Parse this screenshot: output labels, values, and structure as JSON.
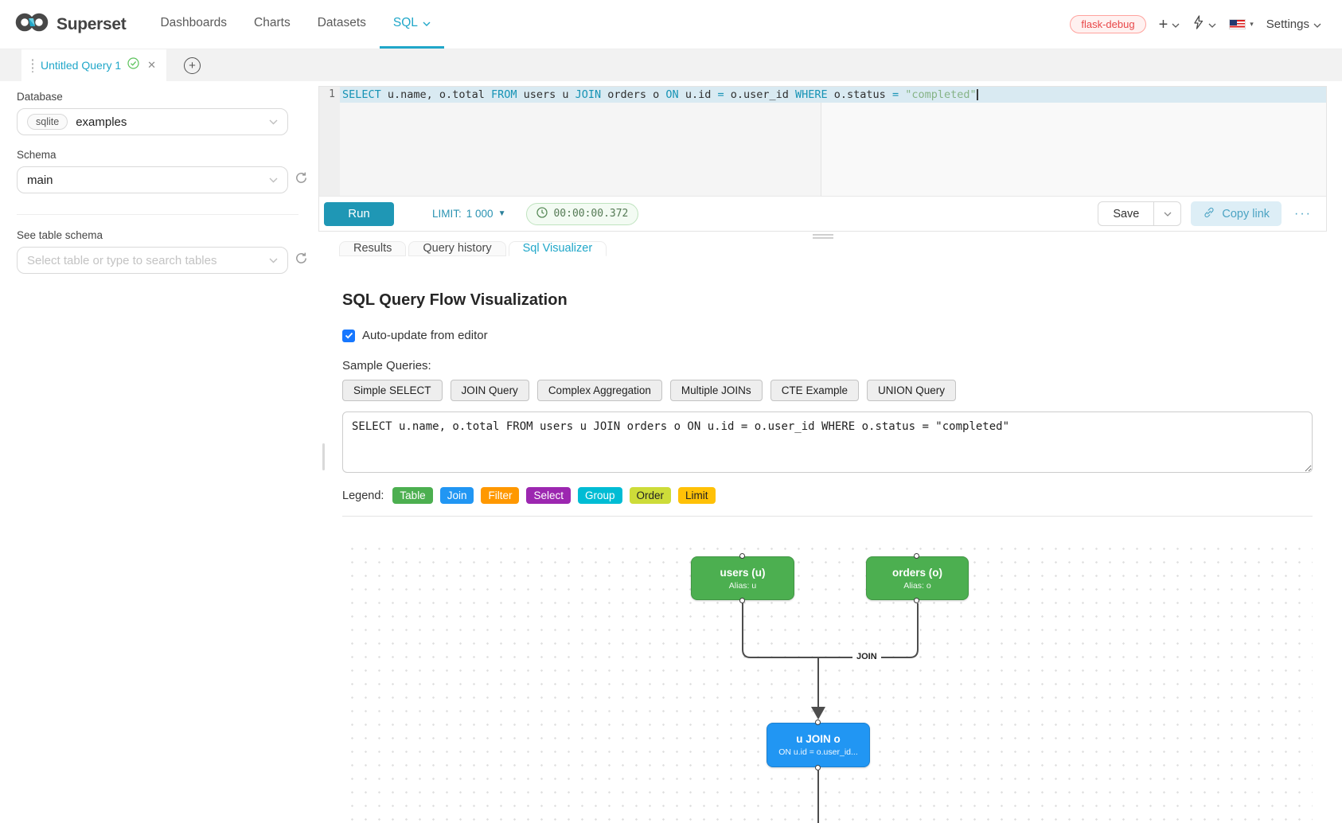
{
  "colors": {
    "accent": "#20a7c9",
    "run_button": "#1f97b5",
    "node_table": "#4caf50",
    "node_join": "#2196f3",
    "checkbox_blue": "#1677ff",
    "env_badge_red": "#e84749"
  },
  "brand": {
    "name": "Superset"
  },
  "nav": {
    "items": [
      {
        "label": "Dashboards"
      },
      {
        "label": "Charts"
      },
      {
        "label": "Datasets"
      },
      {
        "label": "SQL"
      }
    ],
    "active": "SQL"
  },
  "navbar_right": {
    "env_badge": "flask-debug",
    "plus_label": "+",
    "settings_label": "Settings"
  },
  "query_tab": {
    "title": "Untitled Query 1",
    "close_label": "✕",
    "add_label": "+"
  },
  "sidebar": {
    "database_label": "Database",
    "database_badge": "sqlite",
    "database_value": "examples",
    "schema_label": "Schema",
    "schema_value": "main",
    "table_label": "See table schema",
    "table_placeholder": "Select table or type to search tables"
  },
  "editor": {
    "line_number": "1",
    "tokens": [
      {
        "t": "kw",
        "v": "SELECT"
      },
      {
        "t": "p",
        "v": " u.name, o.total "
      },
      {
        "t": "kw",
        "v": "FROM"
      },
      {
        "t": "p",
        "v": " users u "
      },
      {
        "t": "kw",
        "v": "JOIN"
      },
      {
        "t": "p",
        "v": " orders o "
      },
      {
        "t": "kw",
        "v": "ON"
      },
      {
        "t": "p",
        "v": " u.id "
      },
      {
        "t": "kw",
        "v": "="
      },
      {
        "t": "p",
        "v": " o.user_id "
      },
      {
        "t": "kw",
        "v": "WHERE"
      },
      {
        "t": "p",
        "v": " o.status "
      },
      {
        "t": "kw",
        "v": "="
      },
      {
        "t": "p",
        "v": " "
      },
      {
        "t": "str",
        "v": "\"completed\""
      }
    ]
  },
  "toolbar": {
    "run_label": "Run",
    "limit_label": "LIMIT:",
    "limit_value": "1 000",
    "timer": "00:00:00.372",
    "save_label": "Save",
    "copy_link_label": "Copy link",
    "more_label": "···"
  },
  "result_tabs": {
    "items": [
      {
        "label": "Results"
      },
      {
        "label": "Query history"
      },
      {
        "label": "Sql Visualizer"
      }
    ],
    "active": "Sql Visualizer"
  },
  "visualizer": {
    "title": "SQL Query Flow Visualization",
    "auto_update_label": "Auto-update from editor",
    "auto_update_checked": true,
    "sample_queries_label": "Sample Queries:",
    "sample_buttons": [
      {
        "label": "Simple SELECT"
      },
      {
        "label": "JOIN Query"
      },
      {
        "label": "Complex Aggregation"
      },
      {
        "label": "Multiple JOINs"
      },
      {
        "label": "CTE Example"
      },
      {
        "label": "UNION Query"
      }
    ],
    "query_text": "SELECT u.name, o.total FROM users u JOIN orders o ON u.id = o.user_id WHERE o.status = \"completed\"",
    "legend_label": "Legend:",
    "legend": [
      {
        "label": "Table",
        "color": "#4caf50"
      },
      {
        "label": "Join",
        "color": "#2196f3"
      },
      {
        "label": "Filter",
        "color": "#ff9800"
      },
      {
        "label": "Select",
        "color": "#9c27b0"
      },
      {
        "label": "Group",
        "color": "#00bcd4"
      },
      {
        "label": "Order",
        "color": "#cddc39"
      },
      {
        "label": "Limit",
        "color": "#ffc107"
      }
    ],
    "flow": {
      "nodes": [
        {
          "id": "users",
          "label": "users (u)",
          "sublabel": "Alias: u",
          "color": "#4caf50"
        },
        {
          "id": "orders",
          "label": "orders (o)",
          "sublabel": "Alias: o",
          "color": "#4caf50"
        },
        {
          "id": "join",
          "label": "u JOIN o",
          "sublabel": "ON u.id = o.user_id...",
          "color": "#2196f3"
        }
      ],
      "edge_label": "JOIN"
    }
  }
}
